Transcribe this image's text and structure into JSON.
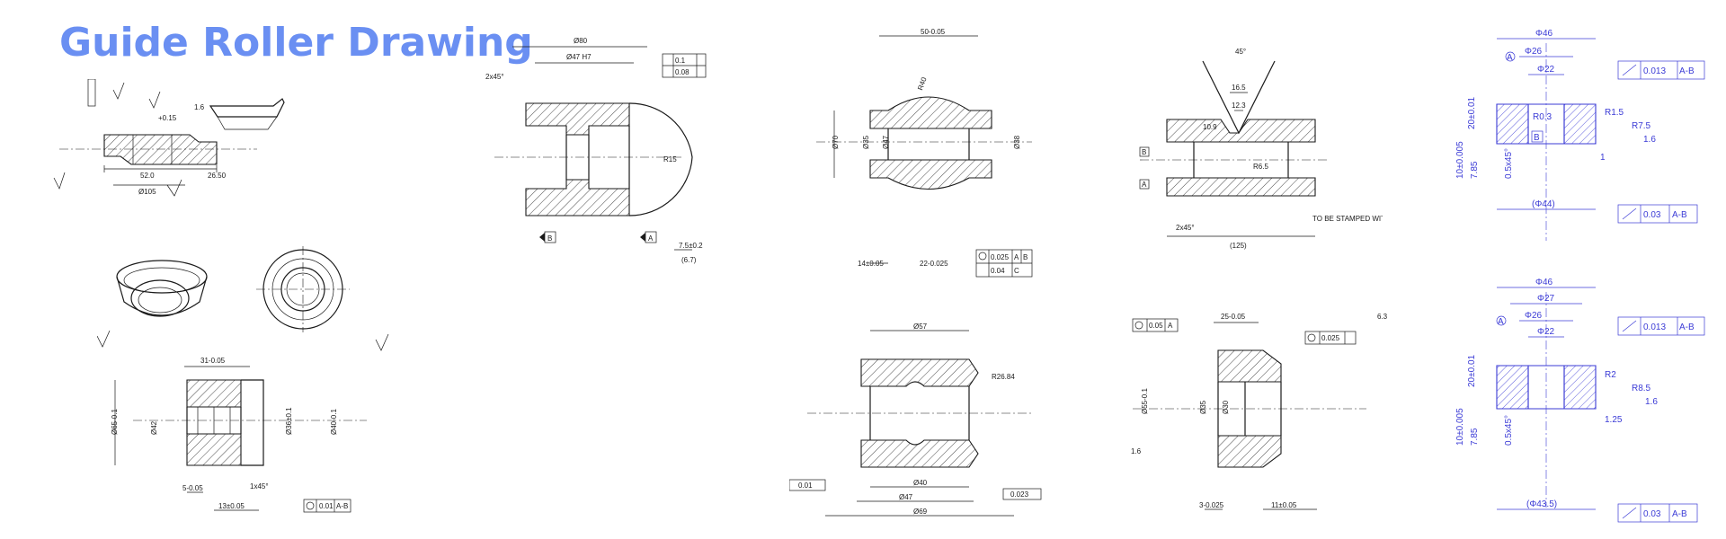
{
  "title": "Guide Roller Drawing",
  "colors": {
    "title": "#6a8ff2",
    "line_black": "#1a1a1a",
    "line_blue": "#3b3bd6"
  },
  "d1": {
    "a": "52.0",
    "b": "26.50",
    "c": "Ø105",
    "d": "+0.15",
    "e": "1.6"
  },
  "d2": {
    "a": "31-0.05",
    "b": "Ø65-0.1",
    "c": "Ø42",
    "d": "5-0.05",
    "e": "13±0.05",
    "f": "1x45°",
    "g": "0.01",
    "h": "A-B",
    "i": "Ø36±0.1",
    "j": "Ø40-0.1"
  },
  "d3": {
    "a": "Ø80",
    "b": "Ø47 H7",
    "c": "2x45°",
    "d": "0.1",
    "e": "0.08",
    "f": "R15",
    "g": "7.5±0.2",
    "h": "(6.7)",
    "i": "A",
    "j": "B"
  },
  "d4": {
    "a": "Ø70",
    "b": "Ø35",
    "c": "Ø47",
    "d": "Ø38",
    "e": "R40",
    "f": "50-0.05",
    "g": "14±0.05",
    "h": "22-0.025",
    "i": "0.025",
    "j": "A",
    "k": "B",
    "l": "0.04",
    "m": "C"
  },
  "d5": {
    "a": "Ø57",
    "b": "Ø40",
    "c": "Ø47",
    "d": "Ø69",
    "e": "R26.84",
    "f": "0.023",
    "g": "0.01"
  },
  "d6": {
    "a": "(125)",
    "b": "2x45°",
    "c": "16.5",
    "d": "12.3",
    "e": "10.9",
    "f": "TO BE STAMPED WITH DWG. NO.",
    "g": "R6.5",
    "h": "A",
    "i": "B",
    "j": "45°"
  },
  "d7": {
    "a": "25-0.05",
    "b": "0.05",
    "c": "A",
    "d": "0.025",
    "e": "Ø55-0.1",
    "f": "Ø35",
    "g": "Ø30",
    "h": "3-0.025",
    "i": "11±0.05",
    "j": "1.6",
    "k": "6.3"
  },
  "d8": {
    "a": "Φ46",
    "b": "Φ26",
    "c": "Φ22",
    "d": "0.013",
    "e": "A-B",
    "f": "20±0.01",
    "g": "10±0.005",
    "h": "7.85",
    "i": "0.5x45°",
    "j": "R1.5",
    "k": "R7.5",
    "l": "(Φ44)",
    "m": "0.03",
    "n": "1.6",
    "o": "1",
    "p": "A",
    "q": "B",
    "r": "R0.3"
  },
  "d9": {
    "a": "Φ46",
    "b": "Φ27",
    "c": "Φ26",
    "d": "Φ22",
    "e": "0.013",
    "f": "A-B",
    "g": "20±0.01",
    "h": "10±0.005",
    "i": "7.85",
    "j": "R2",
    "k": "R8.5",
    "l": "(Φ43.5)",
    "m": "0.03",
    "n": "1.25",
    "o": "0.5x45°",
    "p": "1.6",
    "q": "A"
  }
}
